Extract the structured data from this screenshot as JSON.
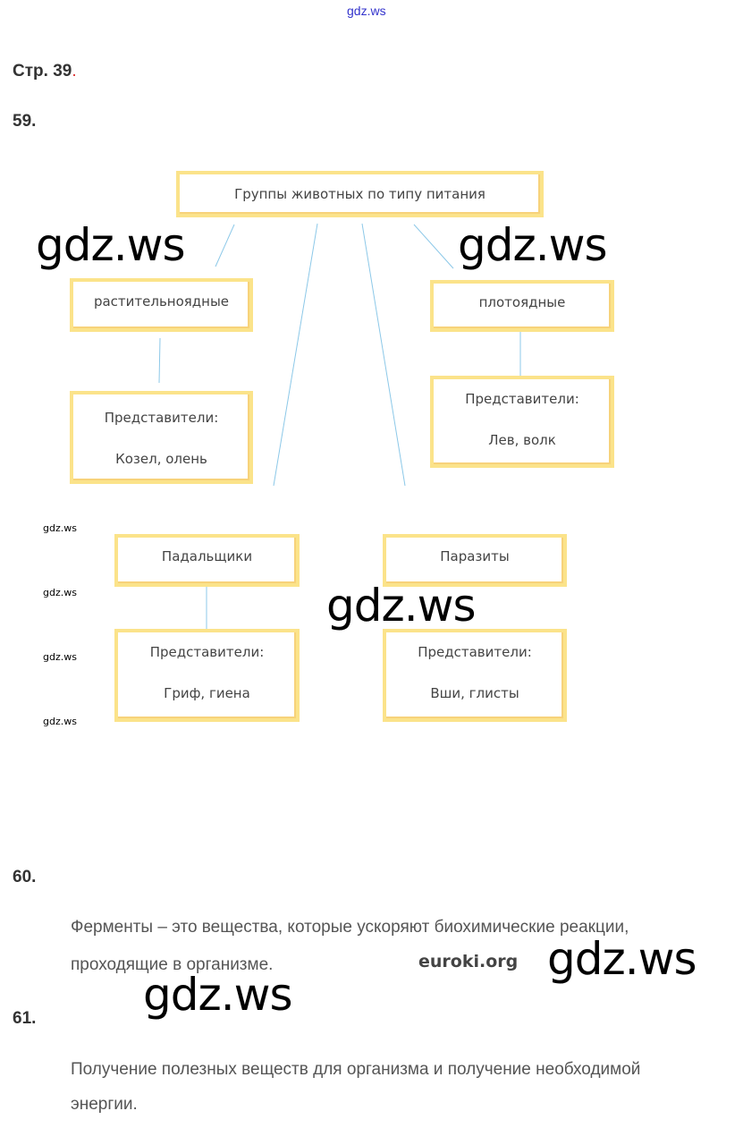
{
  "header": {
    "site_link": "gdz.ws",
    "page_ref": "Стр. 39",
    "page_ref_dot": "."
  },
  "task59": {
    "number": "59.",
    "root": "Группы животных по типу питания",
    "groups": [
      {
        "name": "растительноядные",
        "rep_label": "Представители:",
        "rep": "Козел, олень"
      },
      {
        "name": "плотоядные",
        "rep_label": "Представители:",
        "rep": "Лев, волк"
      },
      {
        "name": "Падальщики",
        "rep_label": "Представители:",
        "rep": "Гриф, гиена"
      },
      {
        "name": "Паразиты",
        "rep_label": "Представители:",
        "rep": "Вши, глисты"
      }
    ]
  },
  "task60": {
    "number": "60.",
    "line1": "Ферменты – это вещества, которые ускоряют биохимические реакции,",
    "line2": "проходящие в организме.",
    "source": "euroki.org"
  },
  "task61": {
    "number": "61.",
    "line1": "Получение полезных веществ для организма и получение необходимой",
    "line2": "энергии."
  },
  "watermarks": {
    "big": "gdz.ws",
    "small": "gdz.ws"
  },
  "colors": {
    "box_border": "#fbe38a",
    "connector": "#8cc8e8",
    "link": "#3333cc"
  }
}
